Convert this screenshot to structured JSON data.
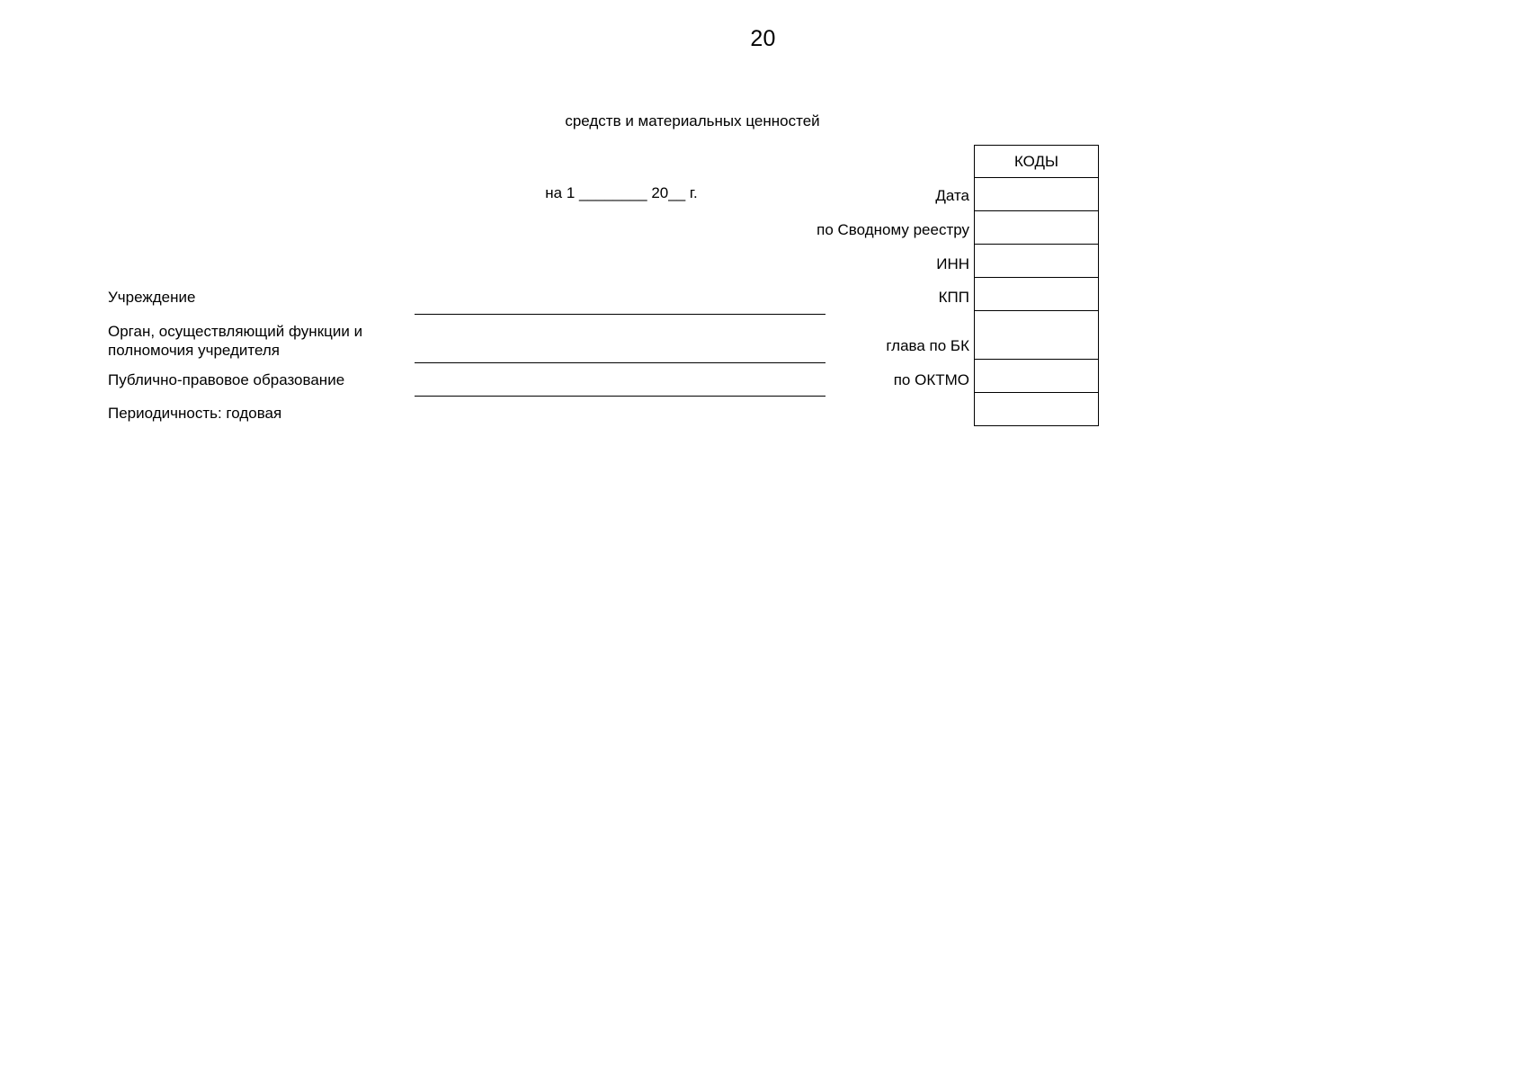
{
  "document": {
    "page_number": "20",
    "title_fragment": "средств и материальных ценностей",
    "date_line": "на 1 ________ 20__ г."
  },
  "left_fields": [
    {
      "key": "uchrezhdenie",
      "label": "Учреждение"
    },
    {
      "key": "organ",
      "label": "Орган, осуществляющий функции и полномочия учредителя"
    },
    {
      "key": "ppo",
      "label": "Публично-правовое образование"
    },
    {
      "key": "periodicity",
      "label": "Периодичность: годовая"
    }
  ],
  "codes_table": {
    "header": "КОДЫ",
    "rows": [
      {
        "label": "Дата",
        "value": ""
      },
      {
        "label": "по Сводному реестру",
        "value": ""
      },
      {
        "label": "ИНН",
        "value": ""
      },
      {
        "label": "КПП",
        "value": ""
      },
      {
        "label": "глава по БК",
        "value": ""
      },
      {
        "label": "по ОКТМО",
        "value": ""
      },
      {
        "label": "",
        "value": ""
      }
    ]
  },
  "colors": {
    "ink": "#000000",
    "paper": "#ffffff"
  }
}
